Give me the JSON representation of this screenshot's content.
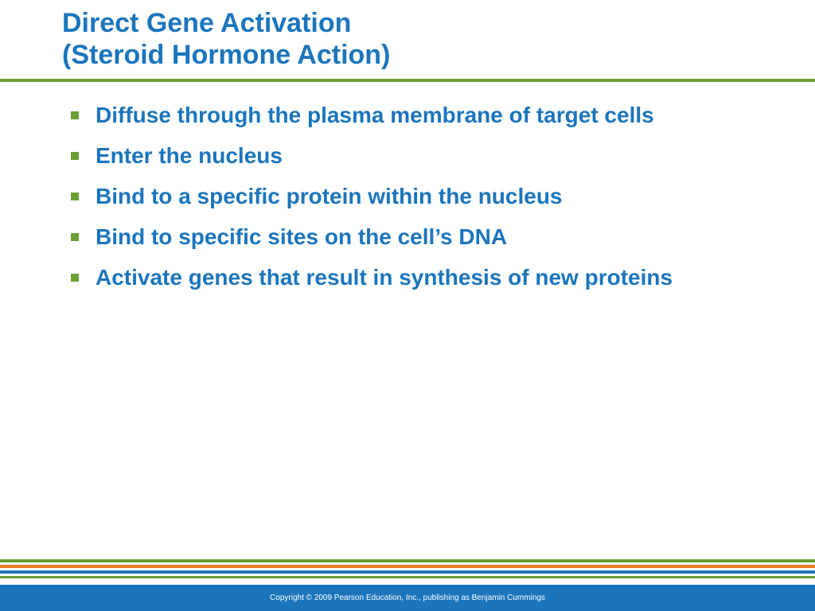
{
  "slide": {
    "title_line1": "Direct Gene Activation",
    "title_line2": "(Steroid Hormone Action)",
    "bullets": [
      "Diffuse through the plasma membrane of target cells",
      "Enter the nucleus",
      "Bind to a specific protein within the nucleus",
      "Bind to specific sites on the cell’s DNA",
      "Activate genes that result in synthesis of new proteins"
    ],
    "bullet_icon": "square-bullet-icon",
    "footer_text": "Copyright © 2009 Pearson Education, Inc., publishing as Benjamin Cummings"
  },
  "colors": {
    "title_text": "#1b75bc",
    "body_text": "#1b75bc",
    "accent_green": "#6aa033",
    "accent_orange": "#ec7a22",
    "footer_blue": "#1b75bc",
    "background": "#ffffff"
  }
}
